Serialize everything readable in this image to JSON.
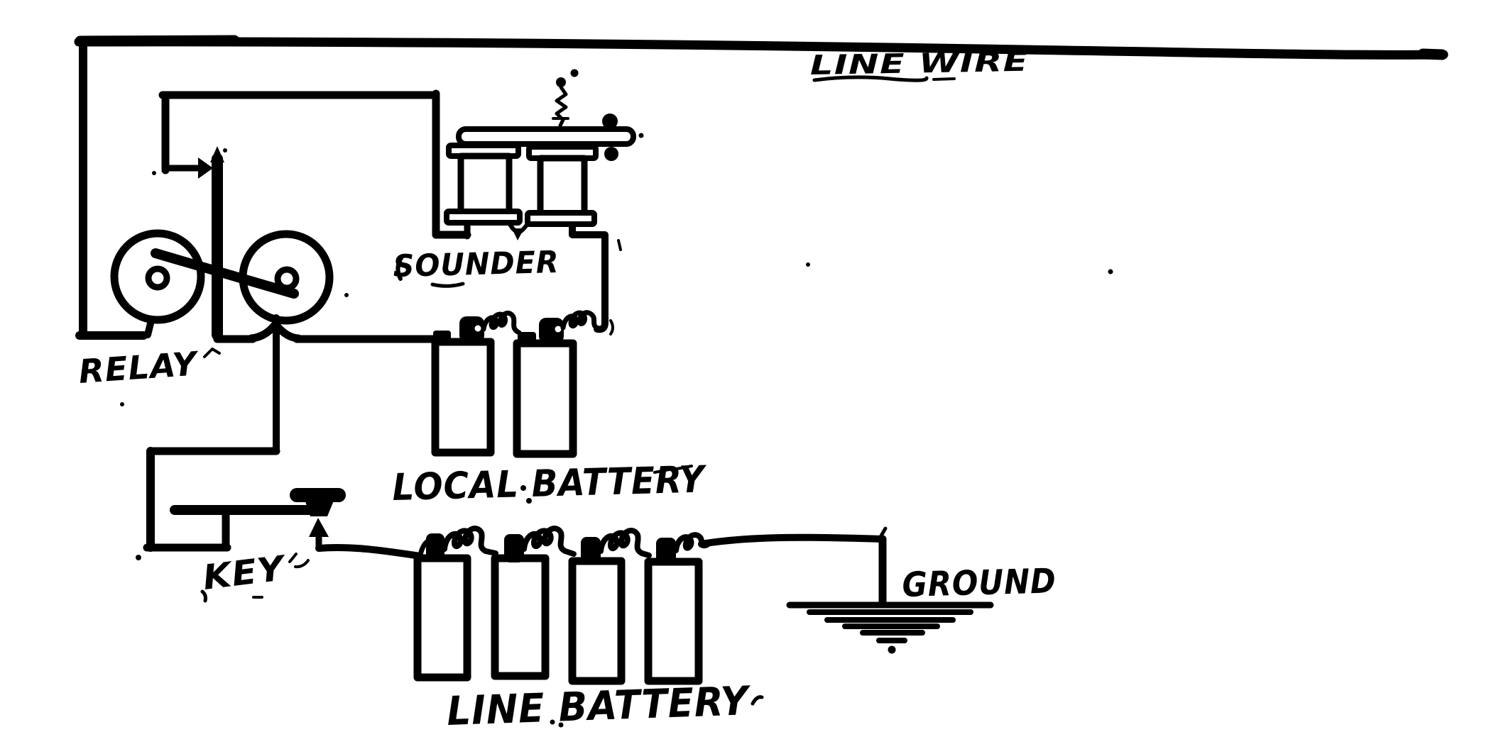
{
  "colors": {
    "ink": "#000000",
    "paper": "#ffffff"
  },
  "components": {
    "line_wire": {
      "label": "LINE WIRE"
    },
    "relay": {
      "label": "RELAY",
      "coils": 2
    },
    "sounder": {
      "label": "SOUNDER",
      "coils": 2
    },
    "local_battery": {
      "label": "LOCAL BATTERY",
      "cells": 2
    },
    "key": {
      "label": "KEY"
    },
    "line_battery": {
      "label": "LINE BATTERY",
      "cells": 4
    },
    "ground": {
      "label": "GROUND",
      "strokes": 6
    }
  }
}
